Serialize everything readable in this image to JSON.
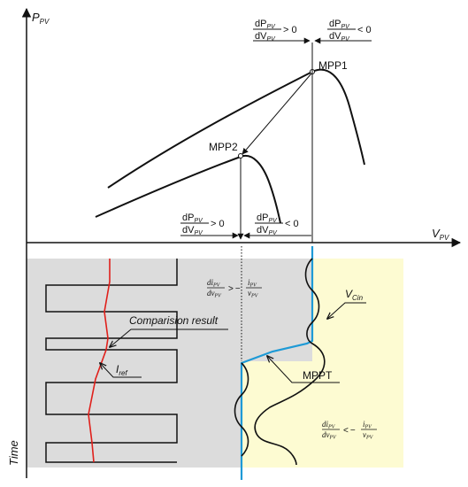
{
  "axes": {
    "y_label": "P",
    "y_sub": "PV",
    "x_label": "V",
    "x_sub": "PV",
    "time_label": "Time"
  },
  "points": {
    "mpp1": "MPP1",
    "mpp2": "MPP2"
  },
  "conditions": {
    "dP": "dP",
    "dV": "dV",
    "sub": "PV",
    "gt_zero": "> 0",
    "lt_zero": "< 0",
    "di": "di",
    "dv": "dv",
    "i": "i",
    "v": "v",
    "sub_lower": "PV",
    "gt": ">",
    "lt": "<",
    "minus": "−"
  },
  "annotations": {
    "comparison": "Comparision result",
    "iref": "I",
    "iref_sub": "ref",
    "vcin": "V",
    "vcin_sub": "Cin",
    "mppt": "MPPT"
  },
  "colors": {
    "gray_region": "#dcdcdc",
    "yellow_region": "#fdfbd2",
    "iref_line": "#e0201b",
    "mppt_line": "#1e9ad6",
    "ink": "#111111"
  }
}
